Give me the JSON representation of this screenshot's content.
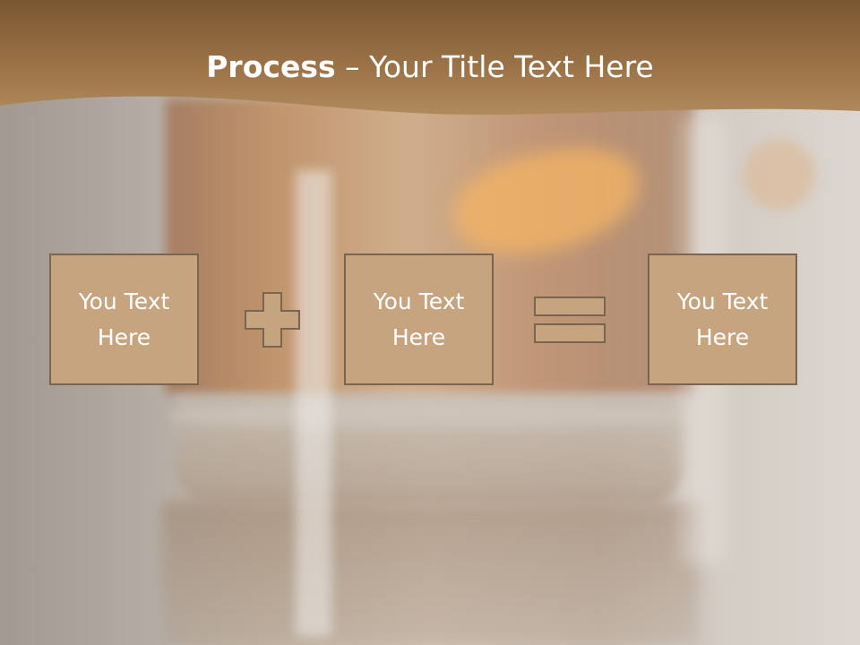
{
  "slide": {
    "title_bold": "Process",
    "title_rest": " – Your Title Text Here",
    "boxes": [
      {
        "text": "You Text Here"
      },
      {
        "text": "You Text Here"
      },
      {
        "text": "You Text Here"
      }
    ],
    "operators": [
      "plus-sign",
      "equals-sign"
    ],
    "colors": {
      "banner": "#9c7448",
      "box_fill": "#c5a47f",
      "box_border": "#7a6552",
      "text": "#ffffff"
    }
  }
}
